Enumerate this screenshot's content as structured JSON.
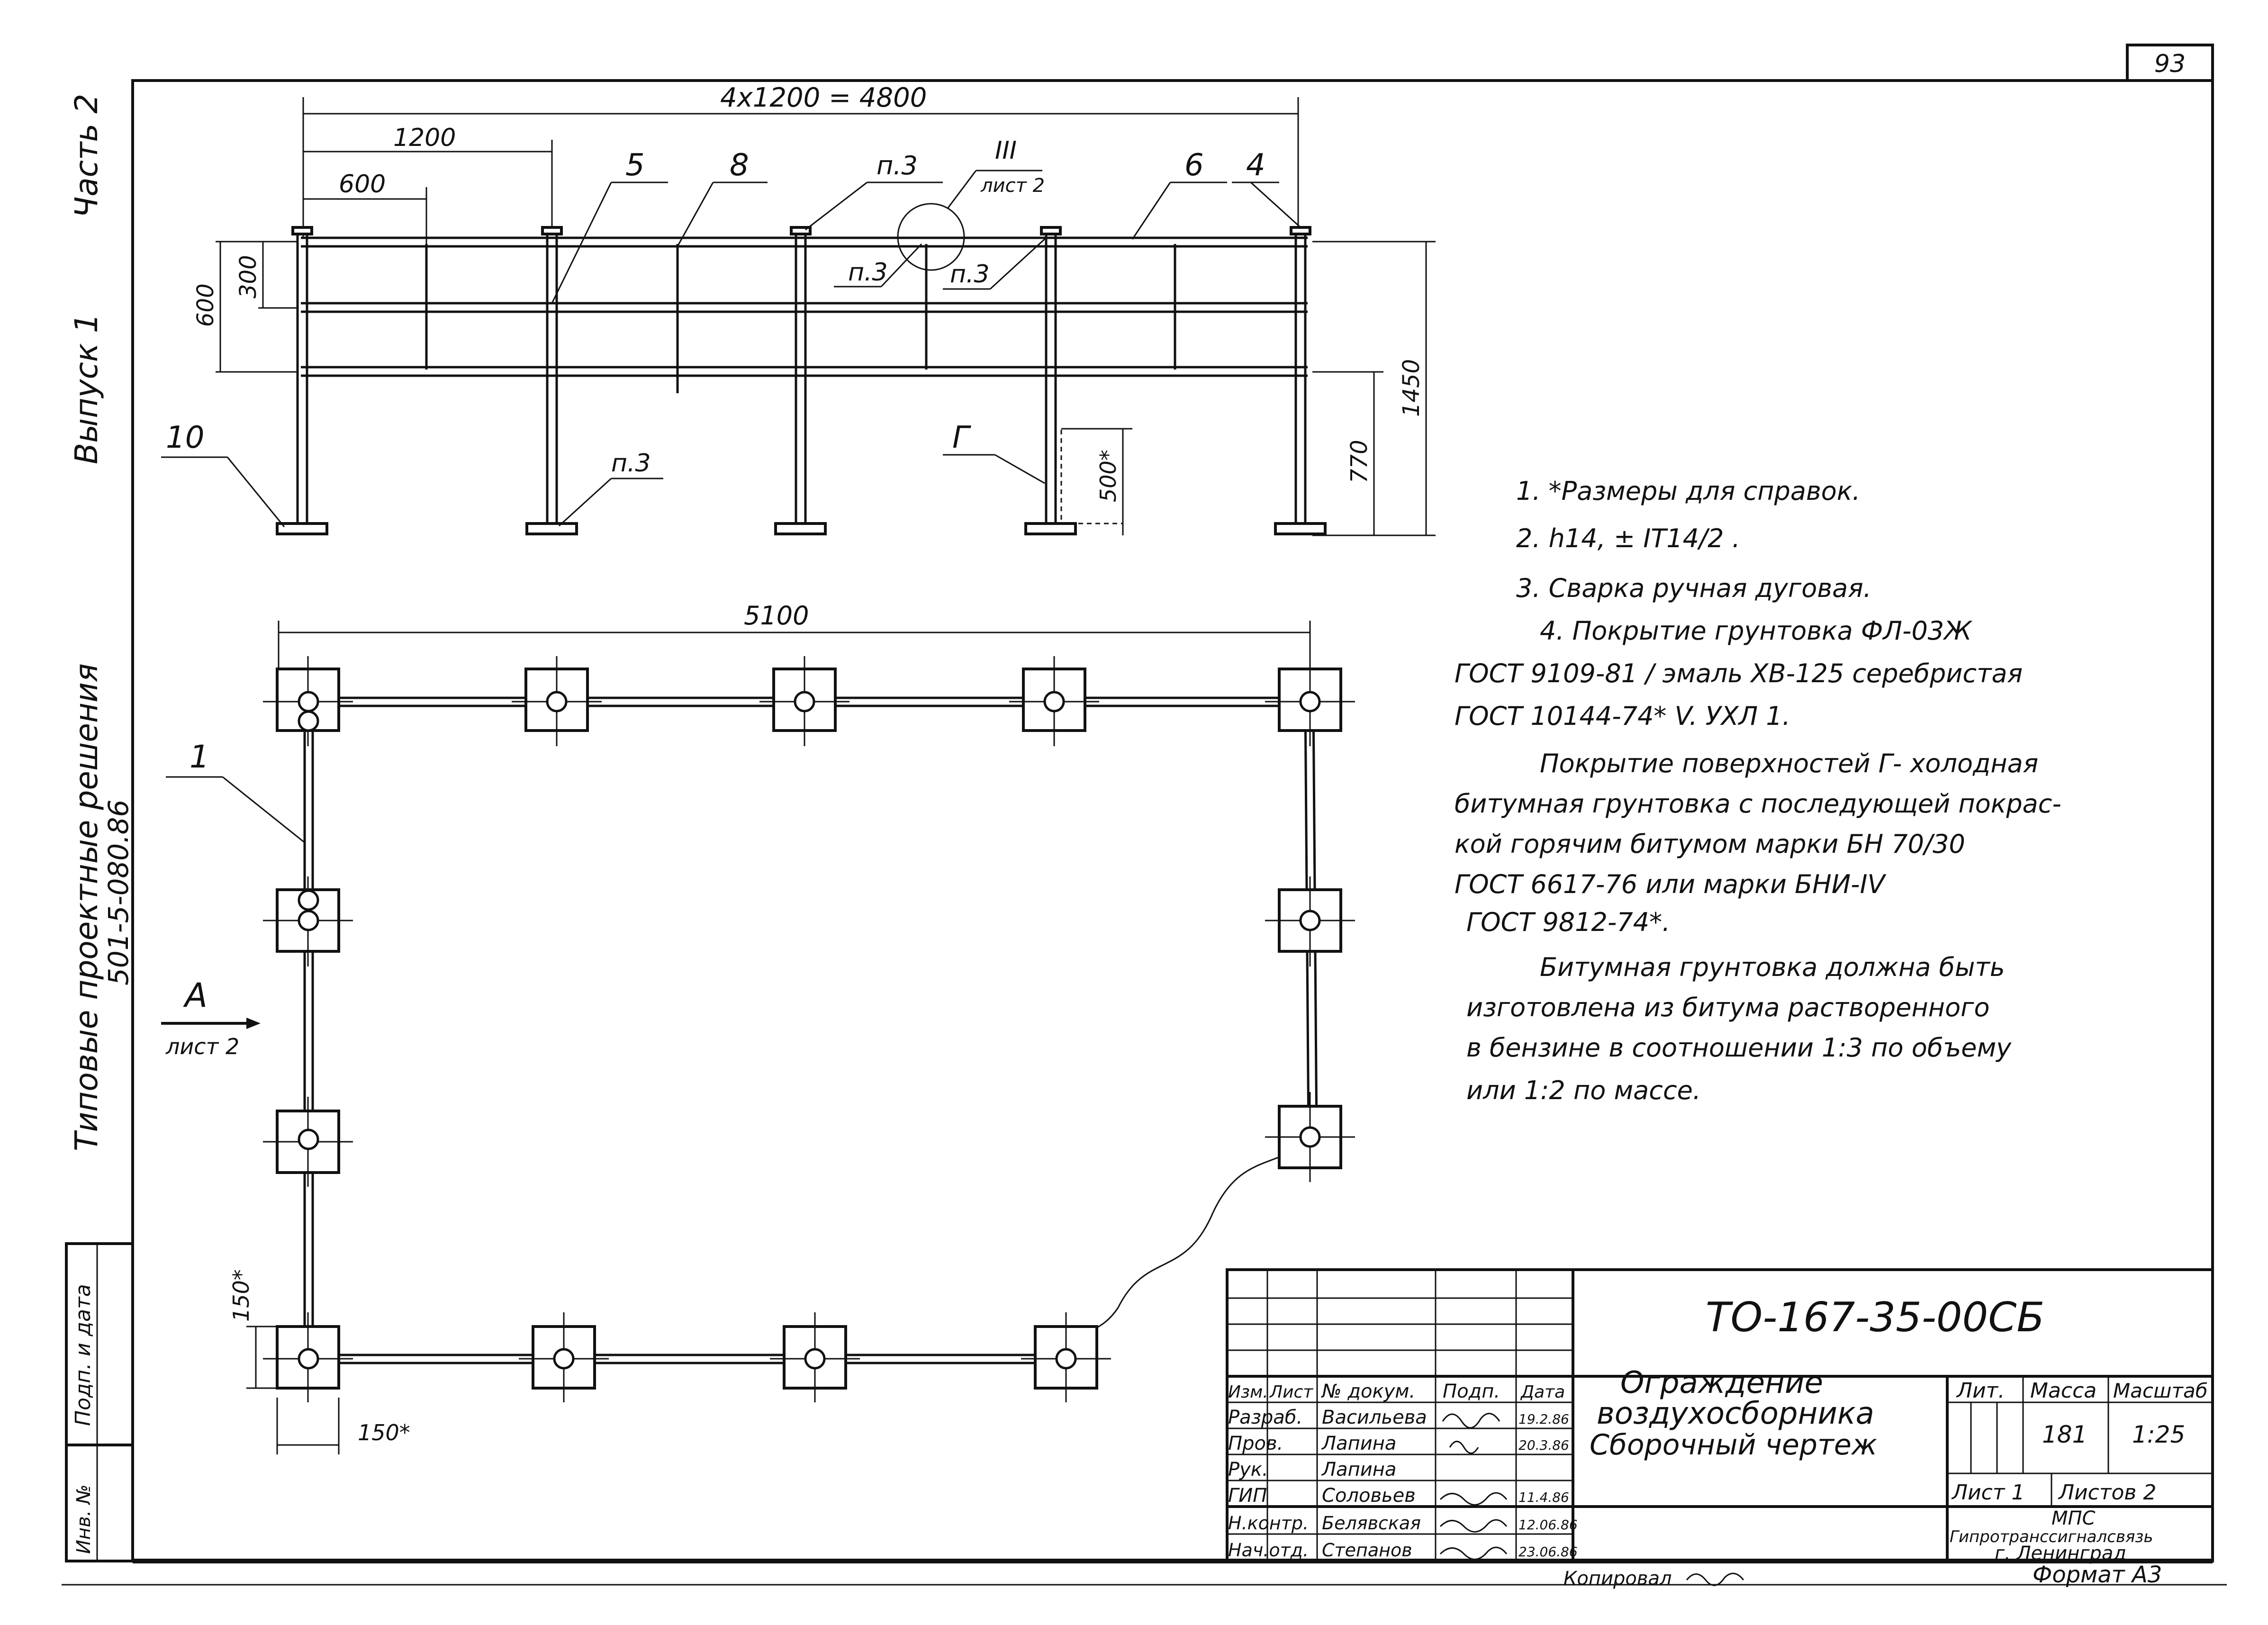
{
  "sheet_number": "93",
  "side_labels": {
    "series": "Типовые проектные решения",
    "code": "501-5-080.86",
    "issue": "Выпуск 1",
    "part": "Часть 2"
  },
  "stamp_sidebar": {
    "sign_date": "Подп. и дата",
    "orig_no": "Инв. №"
  },
  "elevation": {
    "overall_dim": "4x1200 = 4800",
    "dim_1200": "1200",
    "dim_600": "600",
    "dim_300": "300",
    "dim_600v": "600",
    "dim_1450": "1450",
    "dim_770": "770",
    "dim_500": "500*",
    "callouts": {
      "c5": "5",
      "c8": "8",
      "c6": "6",
      "c4": "4",
      "c10": "10",
      "p3_top": "п.3",
      "p3_left": "п.3",
      "p3_right": "п.3",
      "p3_bottom": "п.3",
      "g": "Г",
      "view_num": "III",
      "view_sheet": "лист 2"
    }
  },
  "plan": {
    "dim_5100": "5100",
    "dim_150v": "150*",
    "dim_150h": "150*",
    "callout_1": "1",
    "view_a": "А",
    "view_a_sheet": "лист 2"
  },
  "notes": [
    "1. *Размеры для справок.",
    "2. h14, ± IT14/2 .",
    "3. Сварка ручная дуговая.",
    "4. Покрытие грунтовка ФЛ-03Ж",
    "ГОСТ 9109-81 / эмаль ХВ-125 серебристая",
    "ГОСТ 10144-74* V. УХЛ 1.",
    "Покрытие поверхностей Г- холодная",
    "битумная грунтовка с последующей покрас-",
    "кой горячим битумом марки БН 70/30",
    "ГОСТ 6617-76 или марки БНИ-IV",
    "ГОСТ 9812-74*.",
    "Битумная грунтовка должна быть",
    "изготовлена из битума растворенного",
    "в бензине в соотношении 1:3 по объему",
    "или 1:2 по массе."
  ],
  "title_block": {
    "doc_code": "ТО-167-35-00СБ",
    "title_line1": "Ограждение",
    "title_line2": "воздухосборника",
    "title_line3": "Сборочный чертеж",
    "col_headers": [
      "Изм.",
      "Лист",
      "№ докум.",
      "Подп.",
      "Дата"
    ],
    "rows": [
      {
        "role": "Разраб.",
        "name": "Васильева",
        "date": "19.2.86"
      },
      {
        "role": "Пров.",
        "name": "Лапина",
        "date": "20.3.86"
      },
      {
        "role": "Рук.",
        "name": "Лапина",
        "date": ""
      },
      {
        "role": "ГИП",
        "name": "Соловьев",
        "date": "11.4.86"
      },
      {
        "role": "Н.контр.",
        "name": "Белявская",
        "date": "12.06.86"
      },
      {
        "role": "Нач.отд.",
        "name": "Степанов",
        "date": "23.06.86"
      }
    ],
    "lit_label": "Лит.",
    "mass_label": "Масса",
    "scale_label": "Масштаб",
    "mass_value": "181",
    "scale_value": "1:25",
    "sheet_label": "Лист 1",
    "sheets_label": "Листов 2",
    "org_line1": "МПС",
    "org_line2": "Гипротранссигналсвязь",
    "org_line3": "г. Ленинград",
    "copied": "Копировал",
    "format": "Формат А3"
  }
}
